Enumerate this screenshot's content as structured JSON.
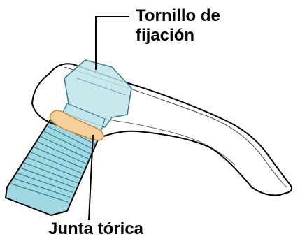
{
  "labels": {
    "fixing_screw_line1": "Tornillo de",
    "fixing_screw_line2": "fijación",
    "o_ring": "Junta tórica"
  },
  "colors": {
    "screw_fill": "#bfe4ea",
    "screw_thread_fill": "#9fd8e2",
    "o_ring_fill": "#f6d19a",
    "outline": "#000000",
    "background": "#ffffff"
  }
}
